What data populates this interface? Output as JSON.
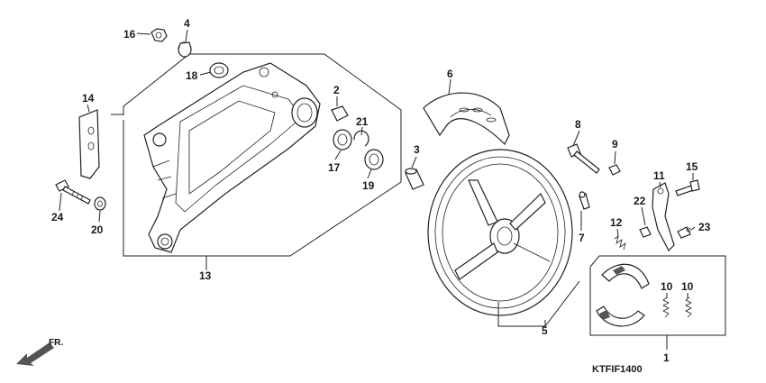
{
  "labels": {
    "p1": "1",
    "p2": "2",
    "p3": "3",
    "p4": "4",
    "p5": "5",
    "p6": "6",
    "p7": "7",
    "p8": "8",
    "p9": "9",
    "p10a": "10",
    "p10b": "10",
    "p11": "11",
    "p12": "12",
    "p13": "13",
    "p14": "14",
    "p15": "15",
    "p16": "16",
    "p17": "17",
    "p18": "18",
    "p19": "19",
    "p20": "20",
    "p21": "21",
    "p22": "22",
    "p23": "23",
    "p24": "24"
  },
  "diagram_code": "KTFIF1400",
  "direction_label": "FR."
}
